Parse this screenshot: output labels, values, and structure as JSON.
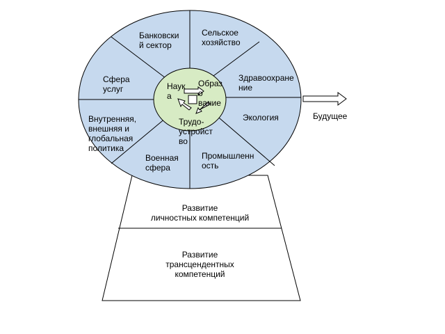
{
  "colors": {
    "wheel_fill": "#c6d9ee",
    "hub_fill": "#d7ebc4",
    "stroke": "#000000",
    "arrow_fill": "#ffffff"
  },
  "sectors": [
    {
      "id": "banking",
      "label": "Банковски\nй сектор"
    },
    {
      "id": "agriculture",
      "label": "Сельское\nхозяйство"
    },
    {
      "id": "healthcare",
      "label": "Здравоохране\nние"
    },
    {
      "id": "ecology",
      "label": "Экология"
    },
    {
      "id": "industry",
      "label": "Промышленн\nость"
    },
    {
      "id": "military",
      "label": "Военная\nсфера"
    },
    {
      "id": "policy",
      "label": "Внутренняя,\nвнешняя и\nглобальная\nполитика"
    },
    {
      "id": "services",
      "label": "Сфера\nуслуг"
    }
  ],
  "hub": {
    "science": "Наук\nа",
    "education": "Образ\nо\nвание",
    "employment": "Трудо-\nустройст\nво"
  },
  "future_label": "Будущее",
  "base": {
    "upper": "Развитие\nличностных компетенций",
    "lower": "Развитие\nтрансцендентных\nкомпетенций"
  }
}
